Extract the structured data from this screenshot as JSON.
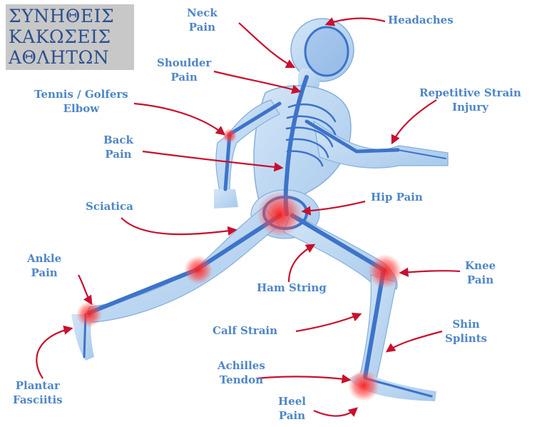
{
  "title": {
    "lines": [
      "ΣΥΝΗΘΕΙΣ",
      "ΚΑΚΩΣΕΙΣ",
      "ΑΘΛΗΤΩΝ"
    ]
  },
  "colors": {
    "label": "#4f86c6",
    "arrow": "#c8102e",
    "title_text": "#2c4f8e",
    "title_bg": "#c8c8c8",
    "body": "#8db9e6",
    "bone": "#3d73c9",
    "pain": "#ff2a2a"
  },
  "labels": [
    {
      "id": "neck-pain",
      "lines": [
        "Neck",
        "Pain"
      ]
    },
    {
      "id": "headaches",
      "lines": [
        "Headaches"
      ]
    },
    {
      "id": "shoulder-pain",
      "lines": [
        "Shoulder",
        "Pain"
      ]
    },
    {
      "id": "tennis-golfers-elbow",
      "lines": [
        "Tennis / Golfers",
        "Elbow"
      ]
    },
    {
      "id": "repetitive-strain-injury",
      "lines": [
        "Repetitive Strain",
        "Injury"
      ]
    },
    {
      "id": "back-pain",
      "lines": [
        "Back",
        "Pain"
      ]
    },
    {
      "id": "hip-pain",
      "lines": [
        "Hip Pain"
      ]
    },
    {
      "id": "sciatica",
      "lines": [
        "Sciatica"
      ]
    },
    {
      "id": "ankle-pain",
      "lines": [
        "Ankle",
        "Pain"
      ]
    },
    {
      "id": "knee-pain",
      "lines": [
        "Knee",
        "Pain"
      ]
    },
    {
      "id": "ham-string",
      "lines": [
        "Ham String"
      ]
    },
    {
      "id": "calf-strain",
      "lines": [
        "Calf Strain"
      ]
    },
    {
      "id": "shin-splints",
      "lines": [
        "Shin",
        "Splints"
      ]
    },
    {
      "id": "achilles-tendon",
      "lines": [
        "Achilles",
        "Tendon"
      ]
    },
    {
      "id": "plantar-fasciitis",
      "lines": [
        "Plantar",
        "Fasciitis"
      ]
    },
    {
      "id": "heel-pain",
      "lines": [
        "Heel",
        "Pain"
      ]
    }
  ]
}
